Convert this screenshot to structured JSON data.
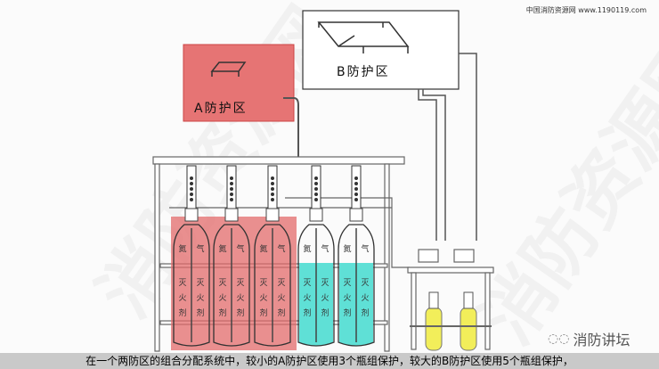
{
  "site_caption": "中国消防资源网 www.1190119.com",
  "zone_a_label": "A防护区",
  "zone_b_label": "B防护区",
  "watermark": "消防资源网",
  "brand": "消防讲坛",
  "subtitle": "在一个两防区的组合分配系统中，较小的A防护区使用3个瓶组保护，较大的B防护区使用5个瓶组保护，",
  "cylinder_labels": {
    "gas1": "氮",
    "gas2": "气",
    "agent1": "灭",
    "agent2": "火",
    "agent3": "剂"
  },
  "colors": {
    "zone_a": "#e36b6b",
    "agent_b": "#5fe0d6",
    "pilot": "#f2ee5a"
  }
}
